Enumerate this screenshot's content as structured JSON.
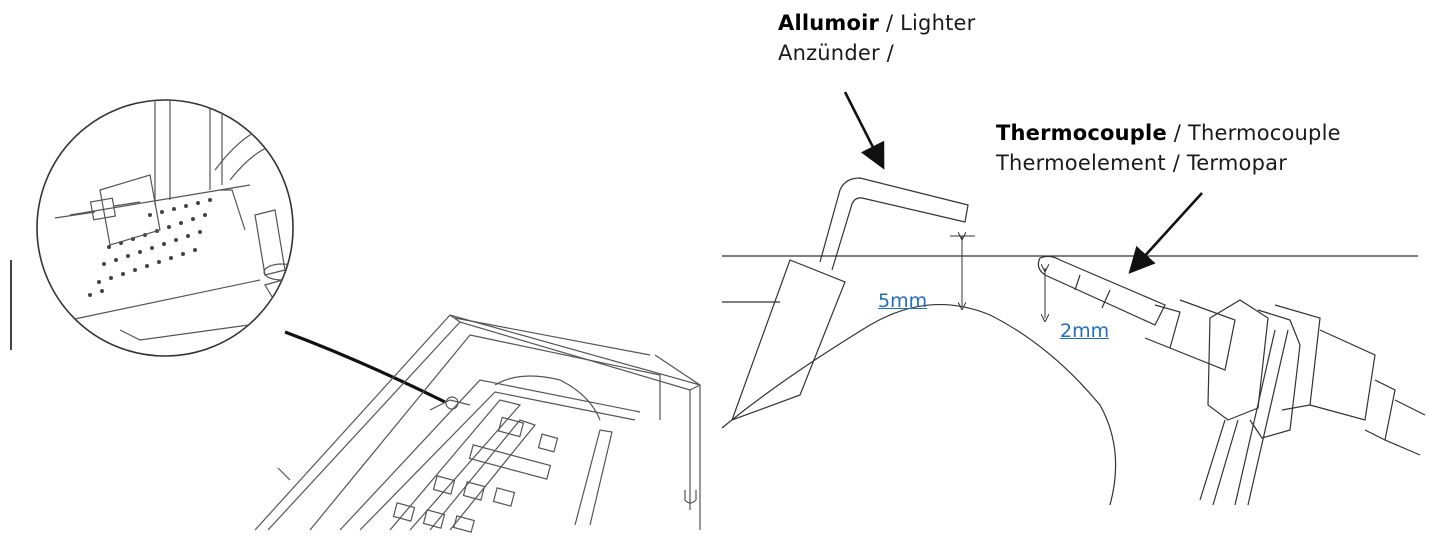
{
  "lighter": {
    "name_bold": "Allumoir",
    "name_rest": " / Lighter",
    "line2": "Anzünder /"
  },
  "thermocouple": {
    "name_bold": "Thermocouple",
    "name_rest": " / Thermocouple",
    "line2": "Thermoelement / Termopar"
  },
  "dimensions": {
    "lighter_gap": "5mm",
    "thermocouple_gap": "2mm"
  },
  "colors": {
    "dimension_text": "#1f6fc0",
    "line": "#333333"
  }
}
